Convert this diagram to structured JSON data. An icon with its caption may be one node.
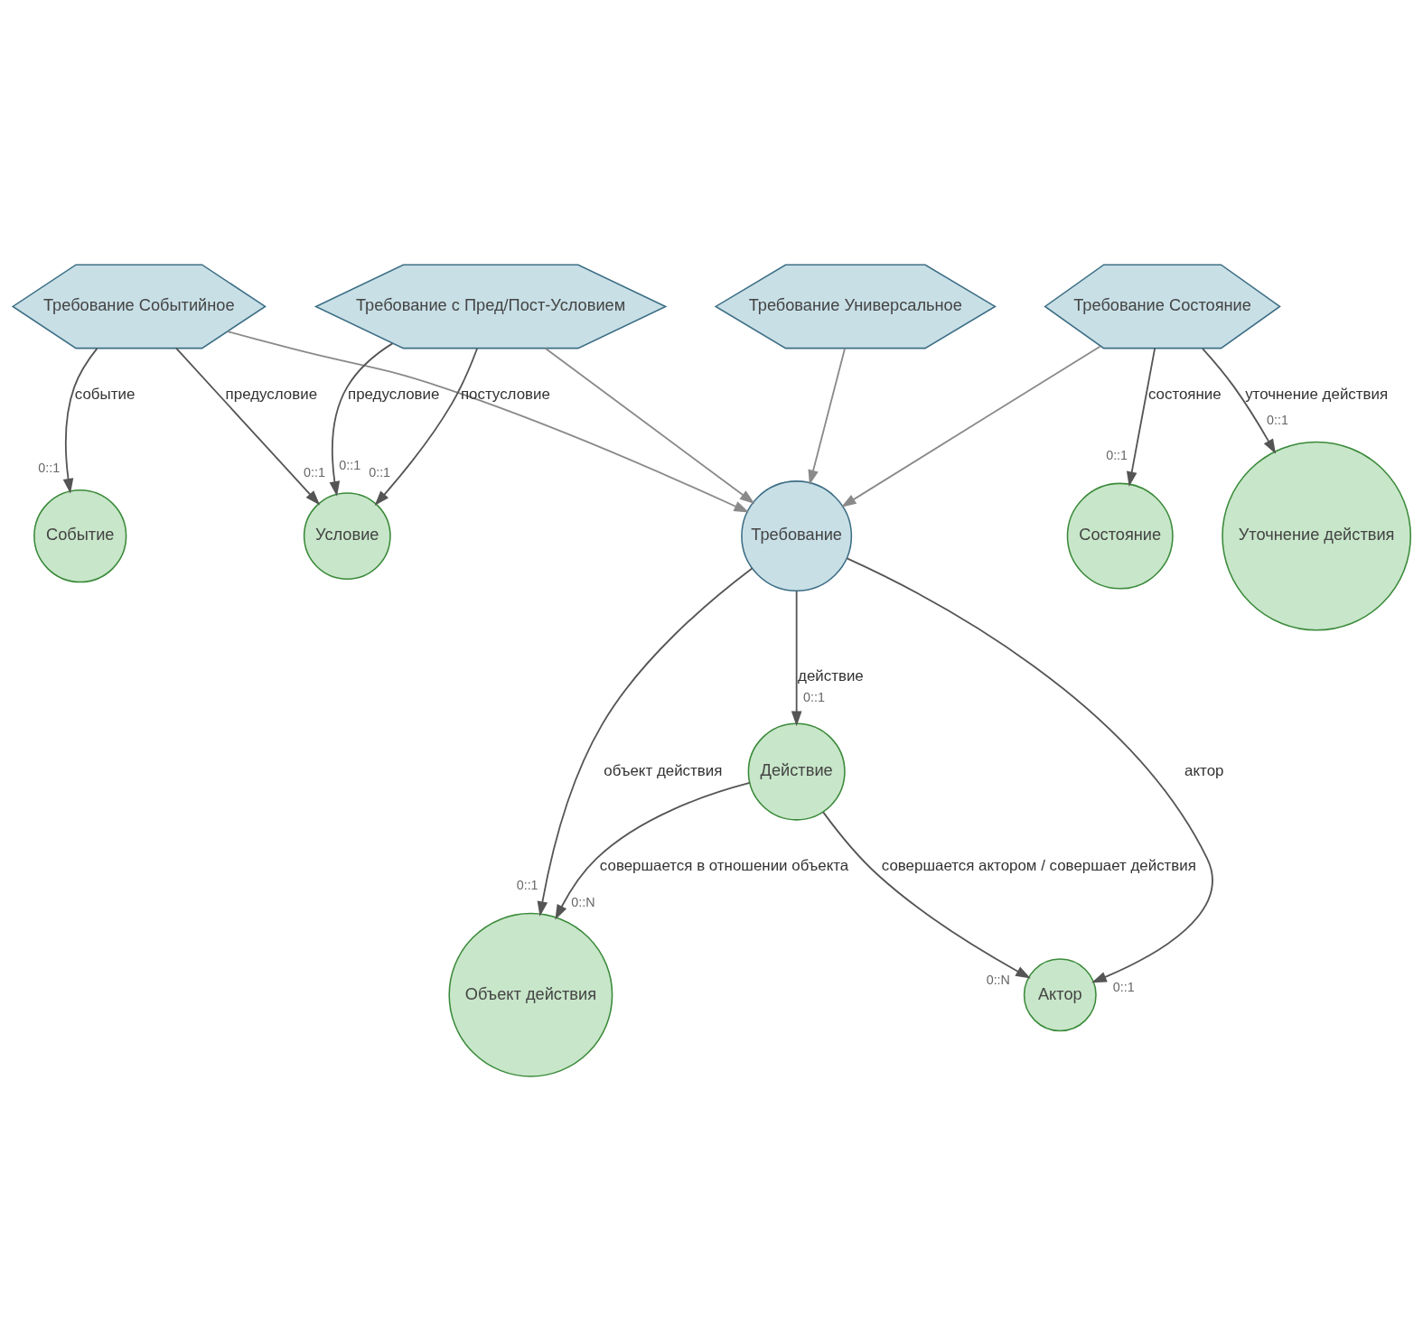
{
  "diagram": {
    "nodes": [
      {
        "text": [
          "Требование"
        ]
      },
      {
        "text": [
          "Действие"
        ]
      },
      {
        "text": [
          "Объект действия"
        ]
      },
      {
        "text": [
          "Актор"
        ]
      },
      {
        "text": [
          "Требование Универсальное"
        ]
      },
      {
        "text": [
          "Требование Событийное"
        ]
      },
      {
        "text": [
          "Требование с Пред/Пост-Условием"
        ]
      },
      {
        "text": [
          "Требование Состояние"
        ]
      },
      {
        "text": [
          "Событие"
        ]
      },
      {
        "text": [
          "Условие"
        ]
      },
      {
        "text": [
          "Состояние"
        ]
      },
      {
        "text": [
          "Уточнение действия"
        ]
      }
    ],
    "edges": [
      {
        "from": 1,
        "to": 2,
        "arrow": "to",
        "label": "совершается в отношении объекта"
      },
      {
        "from": 1,
        "to": 3,
        "arrow": "to",
        "label": "совершается актором / совершает действия"
      },
      {
        "from": 0,
        "to": 1,
        "arrow": "to",
        "label": "действие"
      },
      {
        "from": 0,
        "to": 2,
        "arrow": "to",
        "label": "объект действия"
      },
      {
        "from": 0,
        "to": 3,
        "arrow": "to",
        "label": "актор"
      },
      {
        "from": 4,
        "to": 0,
        "arrow": "to",
        "color": "#8a8a8a"
      },
      {
        "from": 5,
        "to": 0,
        "arrow": "to",
        "color": "#8a8a8a"
      },
      {
        "from": 6,
        "to": 0,
        "arrow": "to",
        "color": "#8a8a8a"
      },
      {
        "from": 7,
        "to": 0,
        "arrow": "to",
        "color": "#8a8a8a"
      },
      {
        "from": 5,
        "to": 8,
        "arrow": "to",
        "label": "событие"
      },
      {
        "from": 5,
        "to": 9,
        "arrow": "to",
        "label": "предусловие"
      },
      {
        "from": 6,
        "to": 9,
        "arrow": "to",
        "label": "постусловие"
      },
      {
        "from": 6,
        "to": 9,
        "arrow": "to",
        "label": "предусловие"
      },
      {
        "from": 7,
        "to": 10,
        "arrow": "to",
        "label": "состояние"
      },
      {
        "from": 7,
        "to": 11,
        "arrow": "to",
        "label": "уточнение действия"
      }
    ],
    "labels": [
      "0::N",
      "0::N",
      "0::1",
      "0::1",
      "0::1",
      "0::1",
      "0::1",
      "0::1",
      "0::1",
      "0::1",
      "0::1"
    ]
  }
}
